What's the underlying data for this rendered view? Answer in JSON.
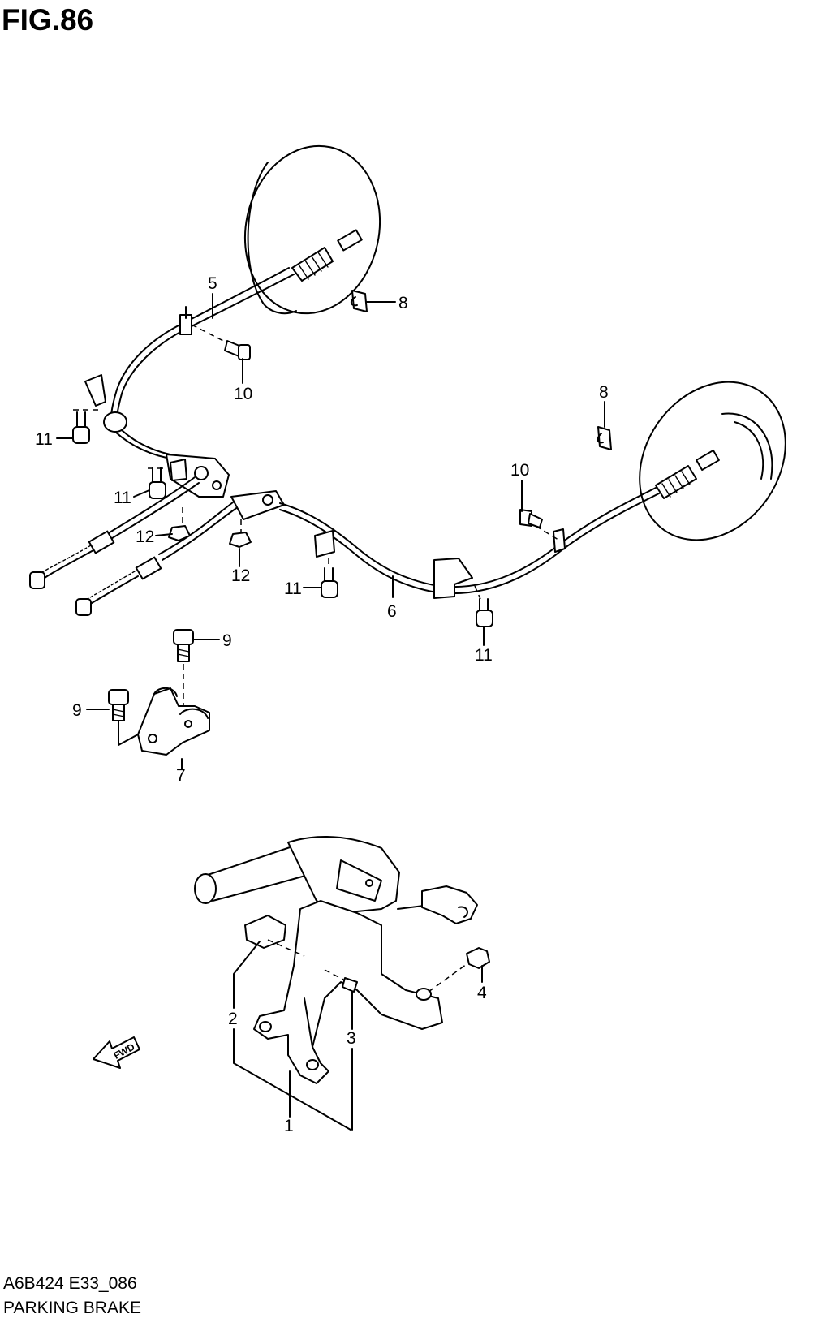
{
  "figure": {
    "title": "FIG.86",
    "code": "A6B424 E33_086",
    "name": "PARKING BRAKE",
    "fwd_label": "FWD"
  },
  "callouts": {
    "c1": "1",
    "c2": "2",
    "c3": "3",
    "c4": "4",
    "c5": "5",
    "c6": "6",
    "c7": "7",
    "c8a": "8",
    "c8b": "8",
    "c9a": "9",
    "c9b": "9",
    "c10a": "10",
    "c10b": "10",
    "c11a": "11",
    "c11b": "11",
    "c11c": "11",
    "c11d": "11",
    "c12a": "12",
    "c12b": "12"
  }
}
